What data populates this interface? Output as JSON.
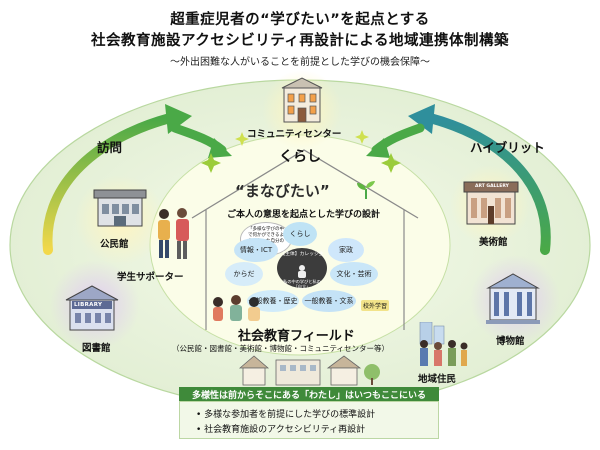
{
  "header": {
    "title_line1": "超重症児者の“学びたい”を起点とする",
    "title_line2": "社会教育施設アクセシビリティ再設計による地域連携体制構築",
    "subtitle": "〜外出困難な人がいることを前提とした学びの機会保障〜"
  },
  "nodes": {
    "community_center": "コミュニティセンター",
    "kurashi": "くらし",
    "visit": "訪問",
    "hybrid": "ハイブリット",
    "kominkan": "公民館",
    "museum_art": "美術館",
    "student_supporter": "学生サポーター",
    "library_sign": "LIBRARY",
    "library": "図書館",
    "museum": "博物館",
    "residents": "地域住民",
    "art_gallery_sign": "ART GALLERY"
  },
  "center": {
    "manabitai": "“まなびたい”",
    "manabitai_sub": "ご本人の意思を起点とした学びの設計",
    "petals": [
      "くらし",
      "情報・ICT",
      "家政",
      "からだ",
      "文化・芸術",
      "一般教養・歴史",
      "一般教養・文系"
    ],
    "core_label": "【主体】カレッジ生",
    "core_caption": "私の中の学びと私の「自立」",
    "balloon": "「多様な学びの中で何かができるようになった自分のイメージ」",
    "school_tag": "校外学習"
  },
  "field": {
    "title": "社会教育フィールド",
    "sub": "（公民館・図書館・美術館・博物館・コミュニティセンター等）"
  },
  "footer": {
    "banner": "多様性は前からそこにある「わたし」はいつもここにいる",
    "bullets": [
      "多様な参加者を前提にした学びの標準設計",
      "社会教育施設のアクセシビリティ再設計"
    ]
  },
  "colors": {
    "ellipse_outer": "#eef6e4",
    "ellipse_inner": "#fafde9",
    "arrow_green": "#5fb541",
    "banner_green": "#3f8a3a",
    "box_fill": "#f2f8e8"
  }
}
